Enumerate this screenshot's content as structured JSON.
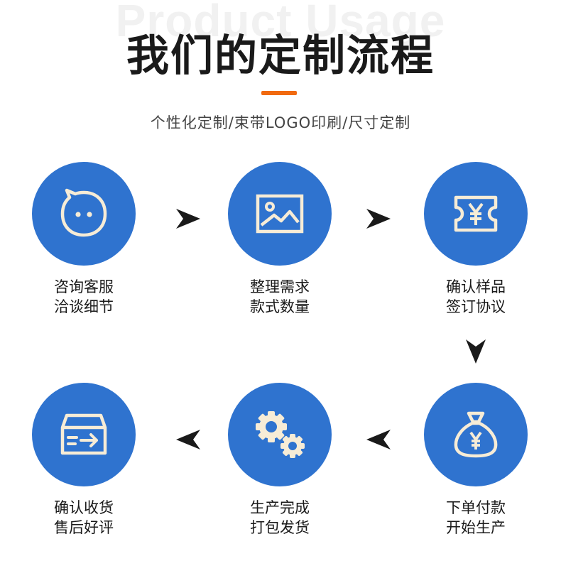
{
  "watermark": "Product Usage",
  "title": "我们的定制流程",
  "subtitle": "个性化定制/束带LOGO印刷/尺寸定制",
  "colors": {
    "accent": "#f16a10",
    "circle": "#2f73cf",
    "icon": "#f7ecd6",
    "arrow": "#1a1a1a"
  },
  "steps": [
    {
      "icon": "chat-bubble-icon",
      "line1": "咨询客服",
      "line2": "洽谈细节"
    },
    {
      "icon": "image-icon",
      "line1": "整理需求",
      "line2": "款式数量"
    },
    {
      "icon": "yen-ticket-icon",
      "line1": "确认样品",
      "line2": "签订协议"
    },
    {
      "icon": "money-bag-icon",
      "line1": "下单付款",
      "line2": "开始生产"
    },
    {
      "icon": "gears-icon",
      "line1": "生产完成",
      "line2": "打包发货"
    },
    {
      "icon": "delivery-box-icon",
      "line1": "确认收货",
      "line2": "售后好评"
    }
  ]
}
